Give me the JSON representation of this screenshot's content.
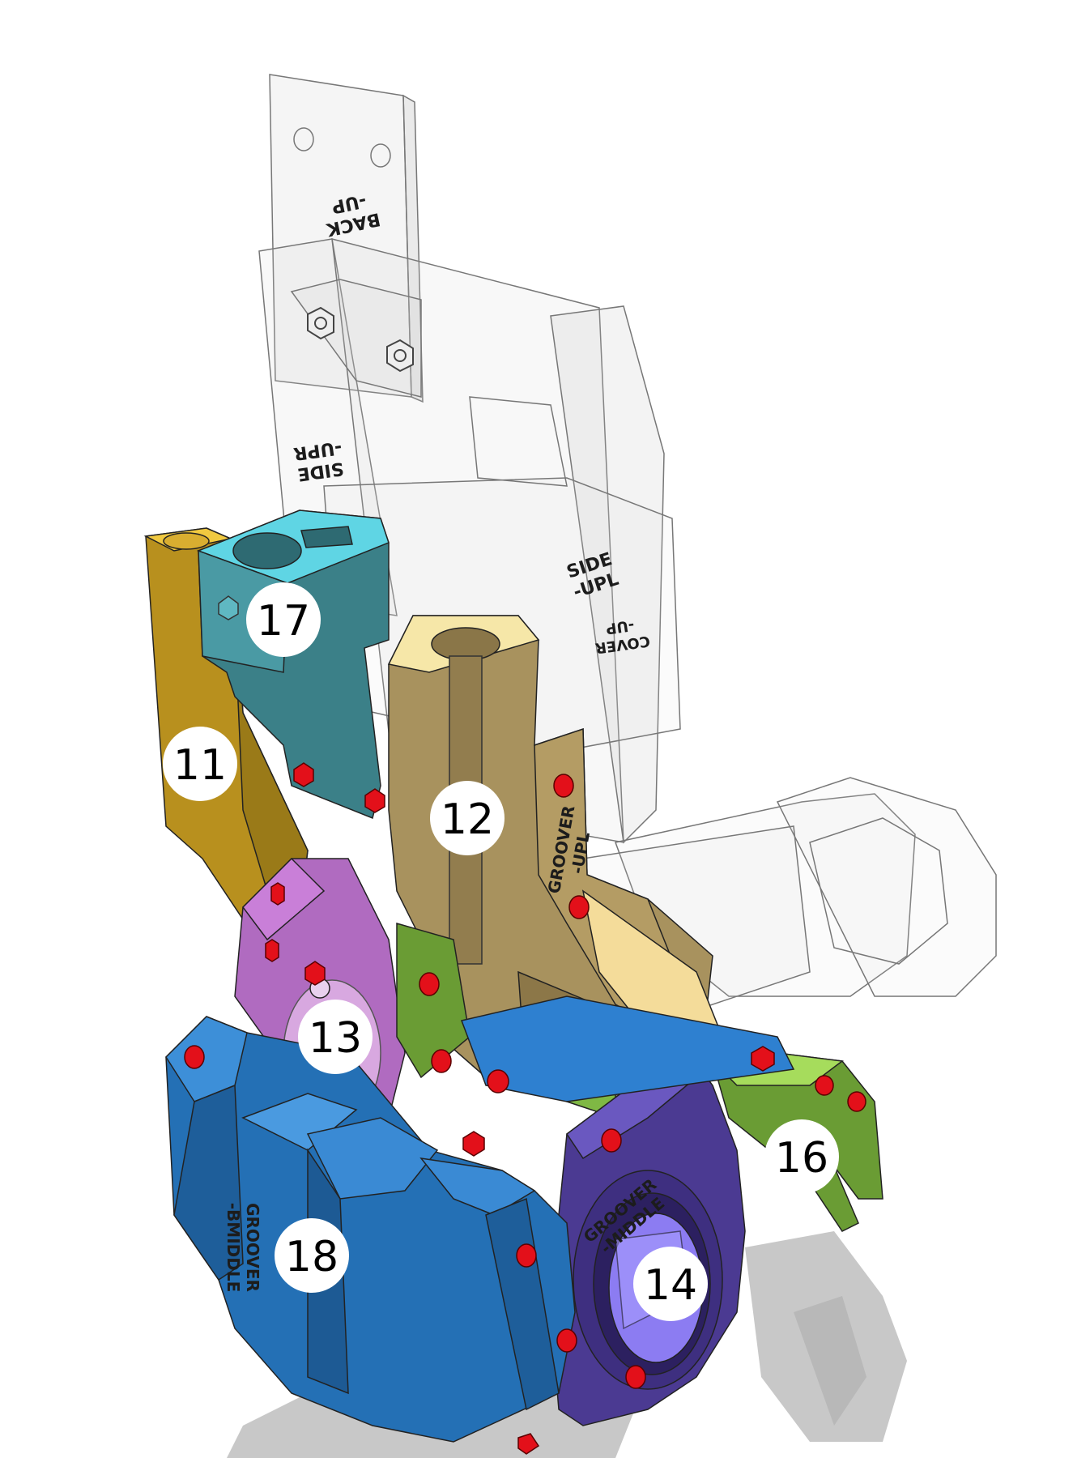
{
  "callouts": [
    {
      "id": "11",
      "label": "11"
    },
    {
      "id": "12",
      "label": "12"
    },
    {
      "id": "13",
      "label": "13"
    },
    {
      "id": "14",
      "label": "14"
    },
    {
      "id": "16",
      "label": "16"
    },
    {
      "id": "17",
      "label": "17"
    },
    {
      "id": "18",
      "label": "18"
    }
  ],
  "embossed_labels": {
    "back_up_line1": "BACK",
    "back_up_line2": "-UP",
    "side_upr_line1": "SIDE",
    "side_upr_line2": "-UPR",
    "side_upl_line1": "SIDE",
    "side_upl_line2": "-UPL",
    "cover_up_line1": "COVER",
    "cover_up_line2": "-UP",
    "groover_upl_line1": "GROOVER",
    "groover_upl_line2": "-UPL",
    "groover_middle_line1": "GROOVER",
    "groover_middle_line2": "-MIDDLE",
    "groover_bmiddle_line1": "GROOVER",
    "groover_bmiddle_line2": "-BMIDDLE"
  },
  "colors": {
    "part_11": "#c89c28",
    "part_12": "#a68f5c",
    "part_13": "#a865b8",
    "part_14": "#4b3a92",
    "part_16": "#6e9e38",
    "part_17": "#3d8a93",
    "part_18": "#2e7bc4",
    "fasteners": "#e8101a",
    "transparent_housing": "#888888",
    "shadow": "#c8c8c8"
  }
}
